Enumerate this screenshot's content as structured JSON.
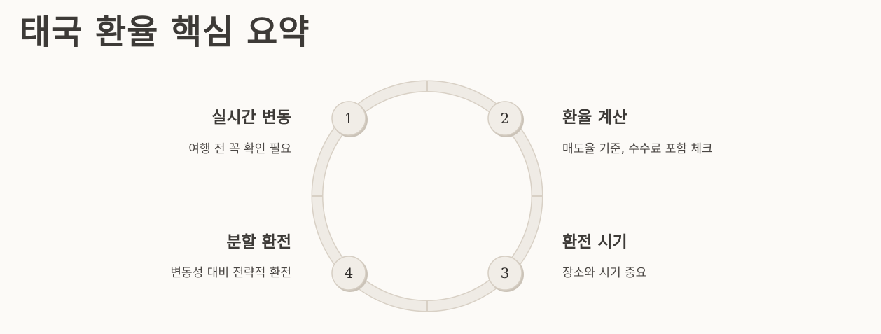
{
  "title": "태국 환율 핵심 요약",
  "steps": [
    {
      "number": "1",
      "title": "실시간 변동",
      "description": "여행 전 꼭 확인 필요"
    },
    {
      "number": "2",
      "title": "환율 계산",
      "description": "매도율 기준, 수수료 포함 체크"
    },
    {
      "number": "3",
      "title": "환전 시기",
      "description": "장소와 시기 중요"
    },
    {
      "number": "4",
      "title": "분할 환전",
      "description": "변동성 대비 전략적 환전"
    }
  ],
  "colors": {
    "background": "#fcfaf7",
    "ring": "#ebe6df",
    "ring_stroke": "#d9d2c8",
    "node_fill": "#f1ede7"
  }
}
